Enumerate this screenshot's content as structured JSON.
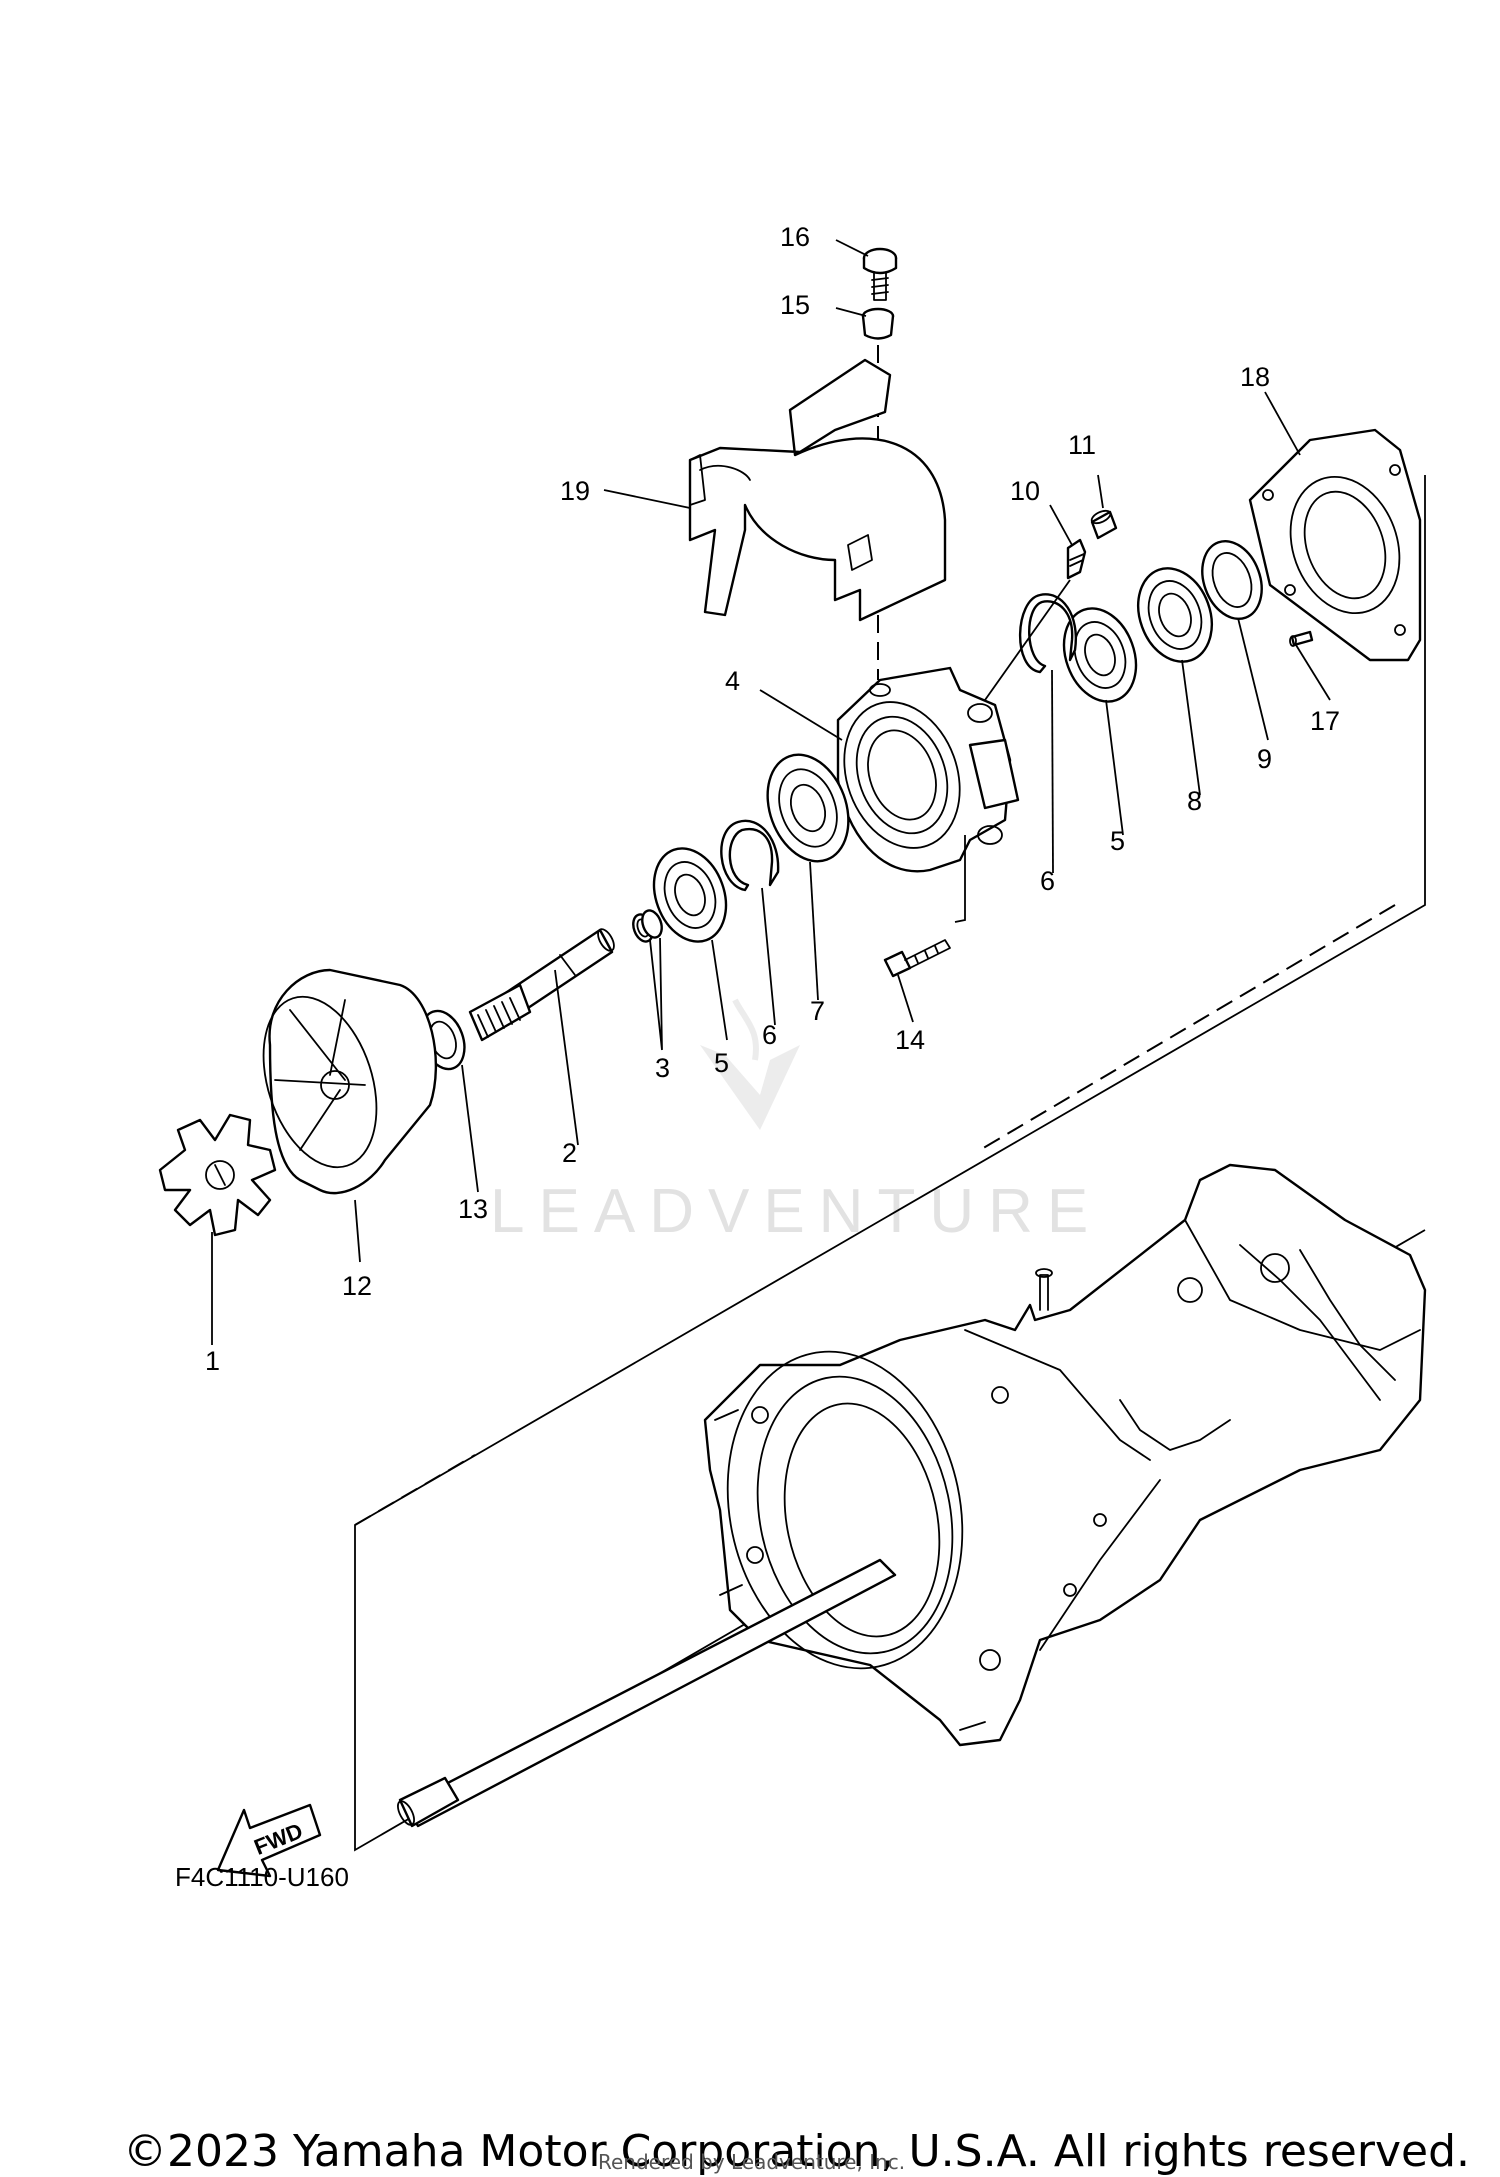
{
  "diagram": {
    "code": "F4C1110-U160",
    "watermark": "LEADVENTURE",
    "fwd_label": "FWD",
    "callouts": [
      "1",
      "2",
      "3",
      "4",
      "5",
      "5",
      "6",
      "6",
      "7",
      "8",
      "9",
      "10",
      "11",
      "12",
      "13",
      "14",
      "15",
      "16",
      "17",
      "18",
      "19"
    ]
  },
  "footer": {
    "copyright": "©2023 Yamaha Motor Corporation, U.S.A. All rights reserved.",
    "rendered_by": "Rendered by Leadventure, Inc."
  },
  "colors": {
    "line": "#000000",
    "watermark": "#e2e2e2",
    "background": "#ffffff"
  }
}
